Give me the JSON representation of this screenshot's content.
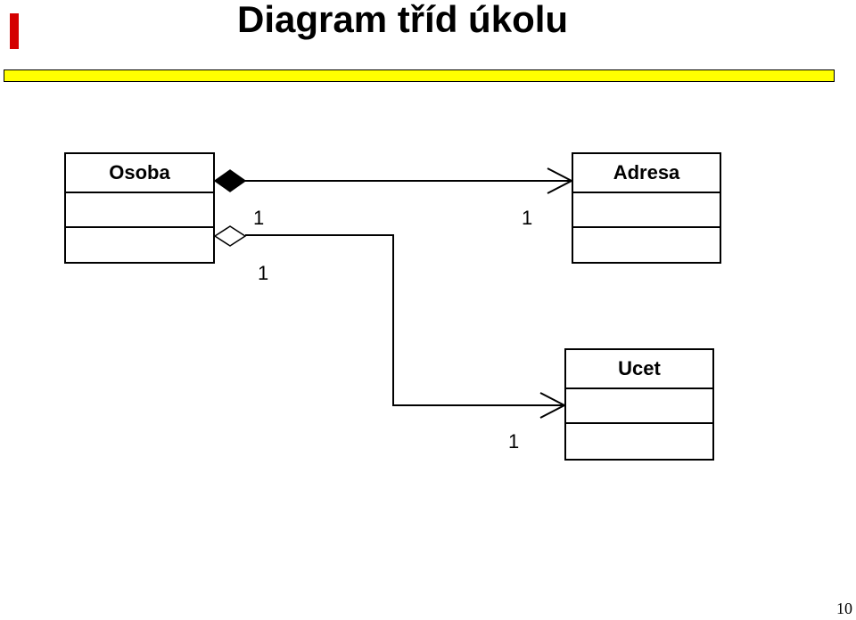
{
  "title": "Diagram tříd úkolu",
  "colors": {
    "accent": "#d40000",
    "band": "#ffff00"
  },
  "classes": {
    "osoba": {
      "name": "Osoba"
    },
    "adresa": {
      "name": "Adresa"
    },
    "ucet": {
      "name": "Ucet"
    }
  },
  "associations": [
    {
      "from": "Osoba",
      "to": "Adresa",
      "kind": "composition",
      "source_multiplicity": "1",
      "target_multiplicity": "1"
    },
    {
      "from": "Osoba",
      "to": "Ucet",
      "kind": "aggregation",
      "source_multiplicity": "1",
      "target_multiplicity": "1"
    }
  ],
  "page_number": "10"
}
